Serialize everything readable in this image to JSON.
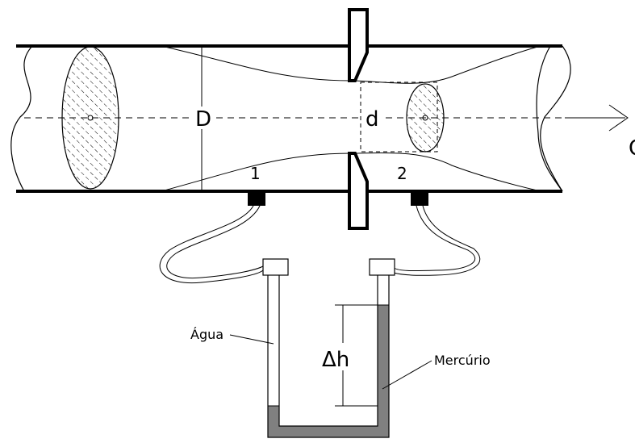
{
  "labels": {
    "diameter_pipe": "D",
    "diameter_orifice": "d",
    "tap_upstream": "1",
    "tap_downstream": "2",
    "delta_h": "Δh",
    "water": "Água",
    "mercury": "Mercúrio",
    "flow_symbol": "Q"
  },
  "colors": {
    "line": "#000000",
    "mercury_fill": "#808080",
    "background": "#ffffff"
  },
  "icons": {
    "flow_arrow": "arrow-right-icon"
  }
}
